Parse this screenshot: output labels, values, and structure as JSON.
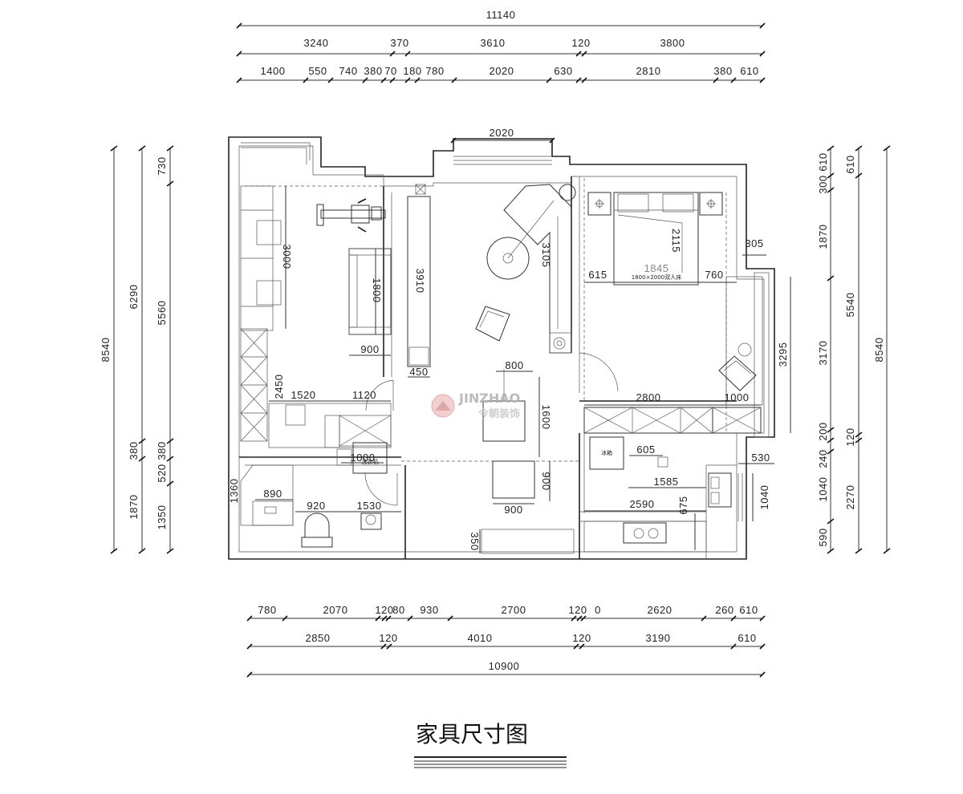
{
  "title": "家具尺寸图",
  "watermark": {
    "brand": "JINZHAO",
    "cn": "今朝装饰"
  },
  "dims": {
    "top": {
      "total": "11140",
      "row2": [
        "3240",
        "370",
        "3610",
        "120",
        "3800"
      ],
      "row3": [
        "1400",
        "550",
        "740",
        "380",
        "70",
        "180",
        "780",
        "2020",
        "630",
        "2810",
        "380",
        "610"
      ]
    },
    "bottom": {
      "row1": [
        "780",
        "2070",
        "120",
        "80",
        "930",
        "2700",
        "120",
        "0",
        "2620",
        "260",
        "610"
      ],
      "row2": [
        "2850",
        "120",
        "4010",
        "120",
        "3190",
        "610"
      ],
      "total": "10900"
    },
    "left": {
      "total": "8540",
      "mid": [
        "6290",
        "380",
        "1870"
      ],
      "inner": [
        "730",
        "5560",
        "380",
        "520",
        "1350"
      ]
    },
    "right": {
      "inner": [
        "610",
        "300",
        "1870",
        "3170",
        "200",
        "240",
        "1040",
        "590"
      ],
      "mid": [
        "610",
        "5540",
        "120",
        "2270"
      ],
      "total": "8540"
    },
    "interior": {
      "window_top": "2020",
      "d3000": "3000",
      "d1800": "1800",
      "d900a": "900",
      "d2450": "2450",
      "d1520": "1520",
      "d1120": "1120",
      "d3910": "3910",
      "d450": "450",
      "d3105": "3105",
      "d800": "800",
      "d1600": "1600",
      "d900b": "900",
      "d900c": "900",
      "d350": "350",
      "d2115": "2115",
      "d615": "615",
      "d1845": "1845",
      "d760": "760",
      "d305": "305",
      "d3295": "3295",
      "d2800": "2800",
      "d1000a": "1000",
      "d1000b": "1000",
      "d605": "605",
      "d1585": "1585",
      "d530": "530",
      "d1040": "1040",
      "d2590": "2590",
      "d675": "675",
      "d1360": "1360",
      "d890": "890",
      "d920": "920",
      "d1530": "1530",
      "bed_label": "1800×2000双人床",
      "fridge_label": "冰箱",
      "washer_label": "洗衣机"
    }
  }
}
